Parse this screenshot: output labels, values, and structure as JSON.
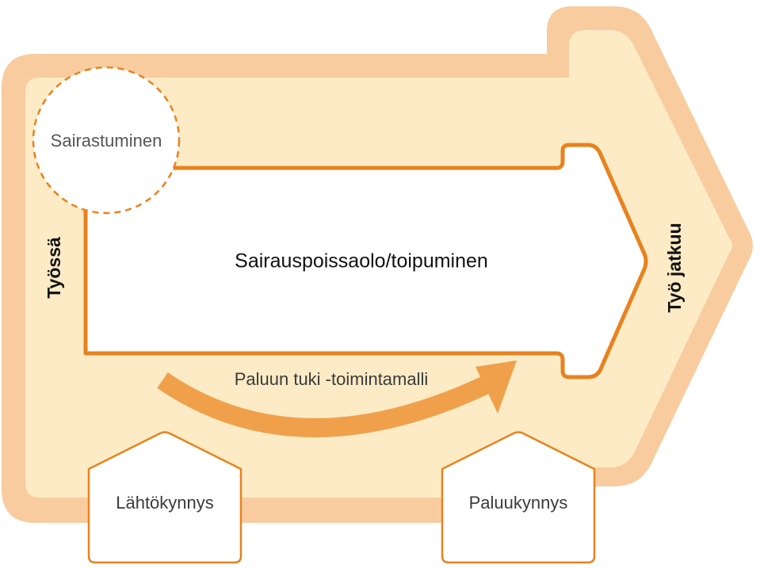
{
  "diagram": {
    "start_event": "Sairastuminen",
    "at_work": "Työssä",
    "sick_leave": "Sairauspoissaolo/toipuminen",
    "work_continues": "Työ jatkuu",
    "support_model": "Paluun tuki -toimintamalli",
    "departure_threshold": "Lähtökynnys",
    "return_threshold": "Paluukynnys"
  },
  "colors": {
    "outer_band": "#f8cc9e",
    "inner_fill": "#fdebc6",
    "orange_line": "#e8821e",
    "curved_arrow": "#f0a04b",
    "white": "#ffffff"
  }
}
